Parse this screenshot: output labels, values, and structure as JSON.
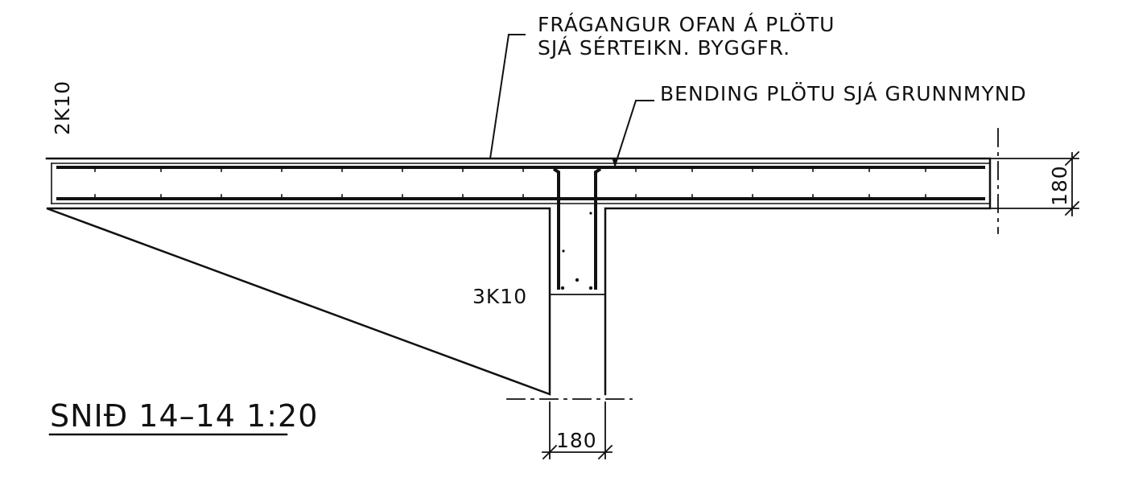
{
  "drawing": {
    "notes": {
      "finish_line1": "FRÁGANGUR OFAN Á PLÖTU",
      "finish_line2": "SJÁ SÉRTEIKN. BYGGFR.",
      "reinforcement": "BENDING PLÖTU SJÁ GRUNNMYND"
    },
    "labels": {
      "slab_bars": "2K10",
      "beam_bars": "3K10"
    },
    "dimensions": {
      "slab_thickness": "180",
      "beam_width": "180"
    },
    "title": "SNIÐ 14–14 1:20"
  }
}
